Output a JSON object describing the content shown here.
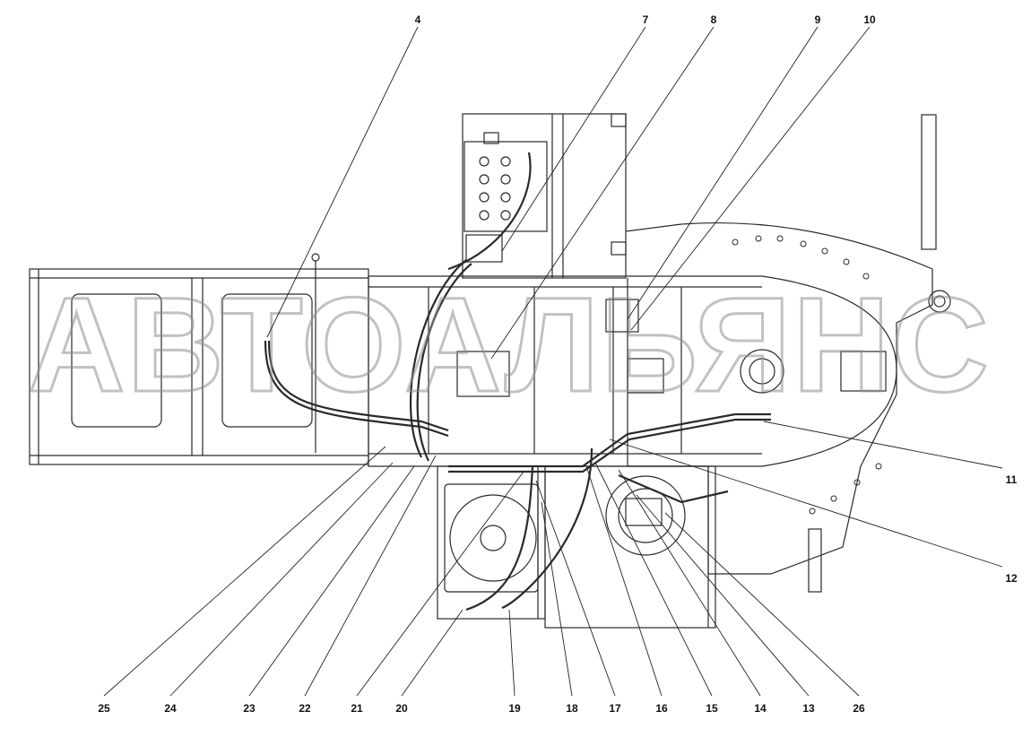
{
  "drawing": {
    "callouts": [
      "4",
      "7",
      "8",
      "9",
      "10",
      "11",
      "12",
      "25",
      "24",
      "23",
      "22",
      "21",
      "20",
      "19",
      "18",
      "17",
      "16",
      "15",
      "14",
      "13",
      "26"
    ],
    "watermark": "АВТОАЛЬЯНС"
  }
}
